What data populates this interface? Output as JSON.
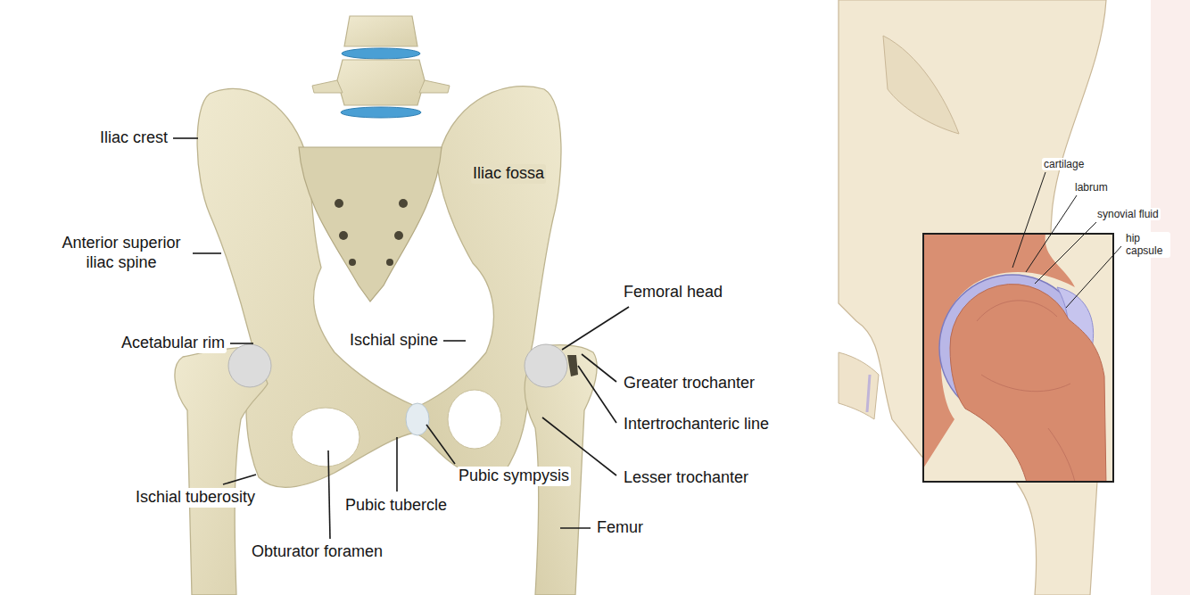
{
  "diagram": {
    "labels": [
      "Iliac crest",
      "Iliac fossa",
      "Anterior superior iliac spine",
      "Acetabular rim",
      "Ischial spine",
      "Femoral head",
      "Greater trochanter",
      "Intertrochanteric line",
      "Lesser trochanter",
      "Pubic sympysis",
      "Pubic tubercle",
      "Ischial tuberosity",
      "Obturator foramen",
      "Femur",
      "cartilage",
      "labrum",
      "synovial fluid",
      "hip capsule"
    ]
  }
}
